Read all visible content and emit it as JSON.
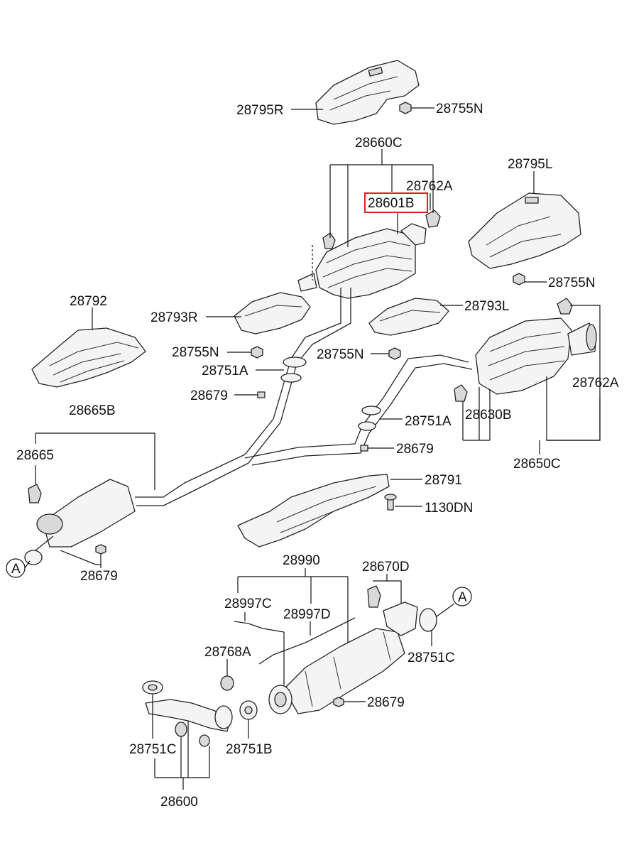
{
  "labels": {
    "p28795R": "28795R",
    "p28755N_a": "28755N",
    "p28660C": "28660C",
    "p28762A_a": "28762A",
    "p28601B": "28601B",
    "p28795L": "28795L",
    "p28755N_b": "28755N",
    "p28792": "28792",
    "p28793R": "28793R",
    "p28793L": "28793L",
    "p28755N_c": "28755N",
    "p28755N_d": "28755N",
    "p28751A_a": "28751A",
    "p28679_a": "28679",
    "p28762A_b": "28762A",
    "p28665B": "28665B",
    "p28751A_b": "28751A",
    "p28630B": "28630B",
    "p28665": "28665",
    "p28679_b": "28679",
    "p28650C": "28650C",
    "p28791": "28791",
    "p1130DN": "1130DN",
    "refA_left": "A",
    "p28679_c": "28679",
    "p28990": "28990",
    "p28670D": "28670D",
    "p28997C": "28997C",
    "p28997D": "28997D",
    "refA_right": "A",
    "p28768A": "28768A",
    "p28751C_a": "28751C",
    "p28679_d": "28679",
    "p28751C_b": "28751C",
    "p28751B": "28751B",
    "p28600": "28600"
  },
  "highlight": {
    "part": "28601B",
    "color": "#e02020"
  }
}
